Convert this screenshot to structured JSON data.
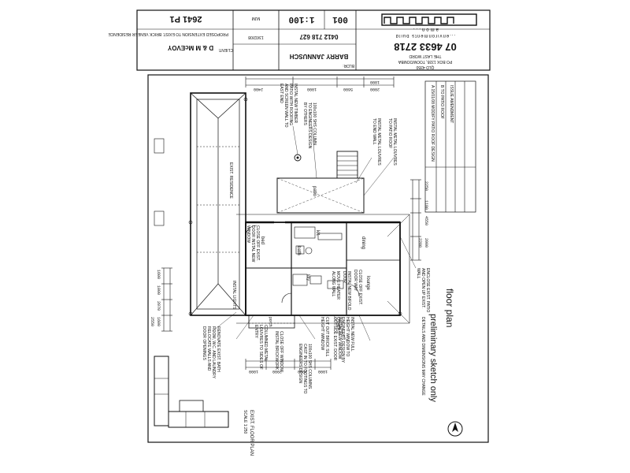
{
  "title_block": {
    "company": "amon...",
    "tagline": "...environments build",
    "phone": "07 4633 2718",
    "address_line1": "THE LAST WORD",
    "address_line2": "PO BOX 1335, TOOWOOMBA",
    "address_line3": "QLD 4350",
    "scale": "1:100",
    "sheet_no": "001",
    "job_no": "2641 P1",
    "client_label": "CLIENT:",
    "client": "D & M McEVOY",
    "builder_label": "BLDR:",
    "builder": "BARRY JANNUSCH",
    "builder_phone": "0412 718 627",
    "project_label": "PROJECT:",
    "project": "PROPOSED EXTENSION TO EXIST. BRICK VENEER RESIDENCE",
    "drawn_label": "DRAWN:",
    "drawn": "MJM",
    "date_label": "DATE:",
    "date": "13/02/08"
  },
  "revisions": [
    {
      "no": "A",
      "date": "15/01/08",
      "desc": "MODIFY PATIO ROOF DESIGN"
    },
    {
      "no": "B",
      "date": "",
      "desc": "TO PATIO ROOF"
    },
    {
      "no": "",
      "date": "",
      "desc": "ISSUE AMENDMENT"
    }
  ],
  "plan": {
    "heading": "floor plan",
    "subheading": "preliminary sketch only",
    "disclaimer": "DETAILS AND DIMENSIONS MAY CHANGE",
    "inset_caption": "EXIST. FLOOR PLAN",
    "inset_scale": "SCALE 1:250",
    "rooms": {
      "bed": "bed",
      "dining": "dining",
      "lounge": "lounge",
      "patio": "patio",
      "kitchen": "kit.",
      "bath": "bath",
      "ldry": "ldry",
      "porch": "porch",
      "residence": "EXIST. RESIDENCE"
    },
    "notes": [
      "INSTAL NEW TIMBER PATIO WITH ROOFING AND SCREEN WALL TO EAST END",
      "100x100 SHS COLUMN TO ENGINEERS DESIGN BY OTHERS",
      "INSTAL METAL LOUVRES TO PATIO ROOF",
      "INSTAL METAL LOUVRES TO END WALL",
      "CLOSE OFF EXIST. DOOR INSTAL NEW WINDOW",
      "ENCLOSE EXIST. PATIO AND OPEN UP EXIST. WALL",
      "CLOSE OFF EXIST. DOOR WAY",
      "INSTAL NEW BIFOLD DOOR",
      "MOVE HEATER ALONG WALL",
      "CUT OUT BRICK SILL HEIGHT WINDOW",
      "INSTAL NEW WINDOW OUTSIDE EXIST. DOOR",
      "INSTAL NEW FULL HEIGHT WINDOW TO ENGINEERS DESIGN BY OTHERS",
      "100x100 SHS COLUMNS CAST IN TO FOOTINGS TO ENGINEERS DESIGN",
      "CLOSE OFF WINDOW INSTAL BRICKWORK",
      "COLUMNED METAL LOUVRES TO SIDES OF ENTRY",
      "RENOVATE EXIST. BATH ROOM, W.C. AND LAUNDRY RELOCATE WALLS AND DOOR OPENINGS",
      "INSTAL LIGHTS"
    ],
    "dims_top": [
      "2400",
      "1000",
      "5600",
      "2000",
      "1800"
    ],
    "dims_bottom": [
      "1000",
      "2000",
      "2000",
      "1000"
    ],
    "dims_right": [
      "2250",
      "1180",
      "4550",
      "2000",
      "2200"
    ],
    "dims_left": [
      "1600",
      "1000",
      "2070",
      "1600",
      "2550"
    ]
  }
}
